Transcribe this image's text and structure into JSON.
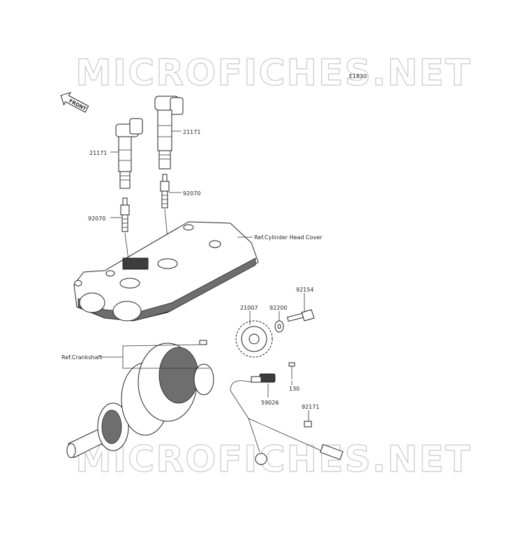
{
  "watermark": {
    "top": "MICROFICHES.NET",
    "bottom": "MICROFICHES.NET"
  },
  "diagram_code": "E1830",
  "front_label": "FRONT",
  "labels": {
    "coil_left": "21171",
    "coil_right": "21171",
    "plug_left": "92070",
    "plug_right": "92070",
    "ref_cover": "Ref.Cylinder Head Cover",
    "bolt": "92154",
    "washer": "92200",
    "rotor": "21007",
    "ref_crank": "Ref.Crankshaft",
    "screw": "130",
    "sensor": "59026",
    "clamp": "92171"
  }
}
